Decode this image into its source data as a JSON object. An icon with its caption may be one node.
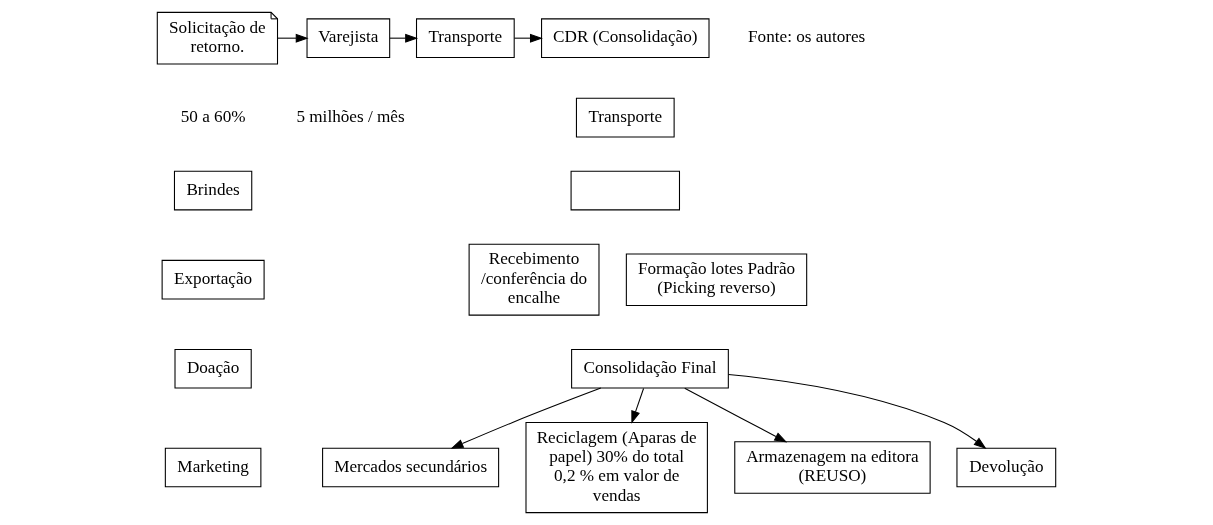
{
  "diagram": {
    "nodes": [
      {
        "text": [
          "Solicitação de retorno."
        ],
        "beside": [
          "50 a 60%"
        ]
      },
      {
        "text": [
          "Varejista"
        ],
        "beside": [
          "5 milhões / mês"
        ]
      },
      {
        "text": [
          "Transporte"
        ]
      },
      {
        "text": [
          "CDR (Consolidação)"
        ]
      },
      {
        "text": [
          "Transporte"
        ]
      },
      {
        "text": [],
        "shape": "box"
      },
      {
        "text": [
          "Recebimento /conferência do encalhe"
        ]
      },
      {
        "text": [
          "Formação lotes Padrão (Picking reverso)"
        ]
      },
      {
        "text": [
          "Brindes"
        ]
      },
      {
        "text": [
          "Mercados secundários"
        ]
      },
      {
        "text": [
          "Exportação"
        ]
      },
      {
        "text": [
          "Consolidação Final"
        ]
      },
      {
        "text": [
          "Reciclagem (Aparas de papel) 30% do total 0,2 % em valor de vendas"
        ]
      },
      {
        "text": [
          "Doação"
        ]
      },
      {
        "text": [
          "Armazenagem na editora (REUSO)"
        ]
      },
      {
        "text": [
          "Devolução"
        ]
      },
      {
        "text": [
          "Marketing"
        ]
      }
    ],
    "edges": [
      {
        "from": 0,
        "to": 1,
        "arrow": "to"
      },
      {
        "from": 1,
        "to": 2,
        "arrow": "to"
      },
      {
        "from": 2,
        "to": 3,
        "arrow": "to"
      },
      {
        "from": 11,
        "to": 9,
        "arrow": "to"
      },
      {
        "from": 11,
        "to": 14,
        "arrow": "to"
      },
      {
        "from": 11,
        "to": 15,
        "arrow": "to"
      },
      {
        "from": 11,
        "to": 12,
        "arrow": "to"
      }
    ],
    "labels": [
      "Fonte: os autores"
    ]
  }
}
